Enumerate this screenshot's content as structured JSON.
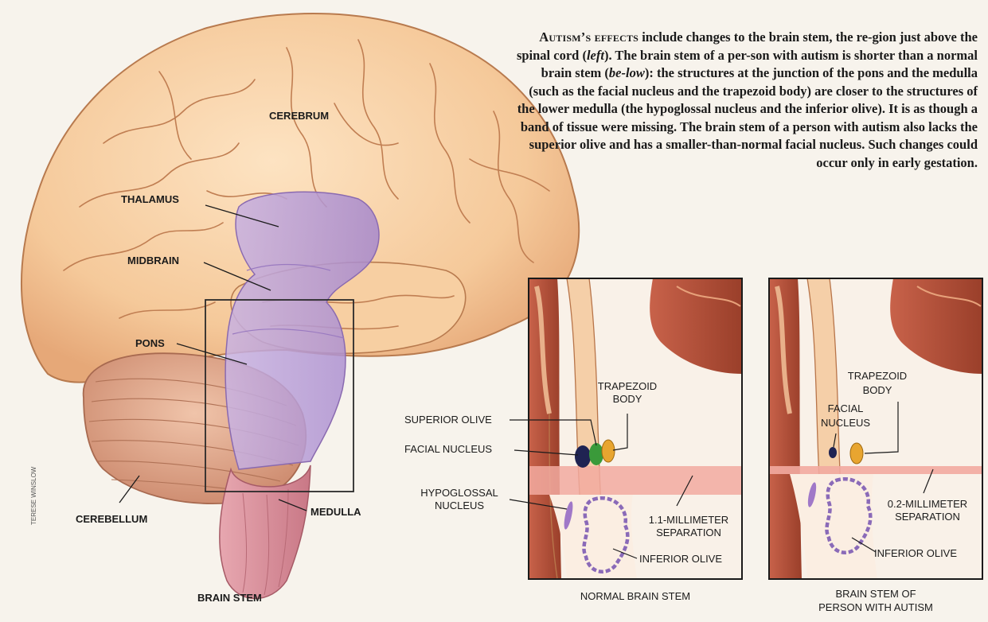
{
  "caption": {
    "lead": "Autism’s effects",
    "text": [
      " include changes to the brain stem, the re-gion just above the spinal cord (",
      "left",
      "). The brain stem of a per-son with autism is shorter than a normal brain stem (",
      "be-low",
      "): the structures at the junction of the pons and the medulla (such as the facial nucleus and the trapezoid body) are closer to the structures of the lower medulla (the hypoglossal nucleus and the inferior olive). It is as though a band of tissue were missing. The brain stem of a person with autism also lacks the superior olive and has a smaller-than-normal facial nucleus. Such changes could occur only in early gestation."
    ]
  },
  "brain_labels": {
    "cerebrum": "CEREBRUM",
    "thalamus": "THALAMUS",
    "midbrain": "MIDBRAIN",
    "pons": "PONS",
    "cerebellum": "CEREBELLUM",
    "medulla": "MEDULLA",
    "brain_stem": "BRAIN STEM"
  },
  "normal_panel": {
    "title": "NORMAL BRAIN STEM",
    "trapezoid_body": [
      "TRAPEZOID",
      "BODY"
    ],
    "superior_olive": "SUPERIOR OLIVE",
    "facial_nucleus": "FACIAL NUCLEUS",
    "hypoglossal_nucleus": [
      "HYPOGLOSSAL",
      "NUCLEUS"
    ],
    "separation": [
      "1.1-MILLIMETER",
      "SEPARATION"
    ],
    "inferior_olive": "INFERIOR OLIVE"
  },
  "autism_panel": {
    "title": [
      "BRAIN STEM OF",
      "PERSON WITH AUTISM"
    ],
    "trapezoid_body": [
      "TRAPEZOID",
      "BODY"
    ],
    "facial_nucleus": [
      "FACIAL",
      "NUCLEUS"
    ],
    "separation": [
      "0.2-MILLIMETER",
      "SEPARATION"
    ],
    "inferior_olive": "INFERIOR OLIVE"
  },
  "credit": "TERESE WINSLOW",
  "colors": {
    "cerebrum": "#f5c99a",
    "cerebrum_dark": "#c98a5a",
    "stem": "#b89ad6",
    "cerebellum": "#e2a98a",
    "medulla": "#d98f9a",
    "band": "#f2aaa0",
    "tissue_dark": "#a8472f",
    "purple_nucleus": "#8a6ab8",
    "green_nucleus": "#3a9a3a",
    "orange_nucleus": "#e8a530",
    "navy_nucleus": "#1f2352"
  }
}
